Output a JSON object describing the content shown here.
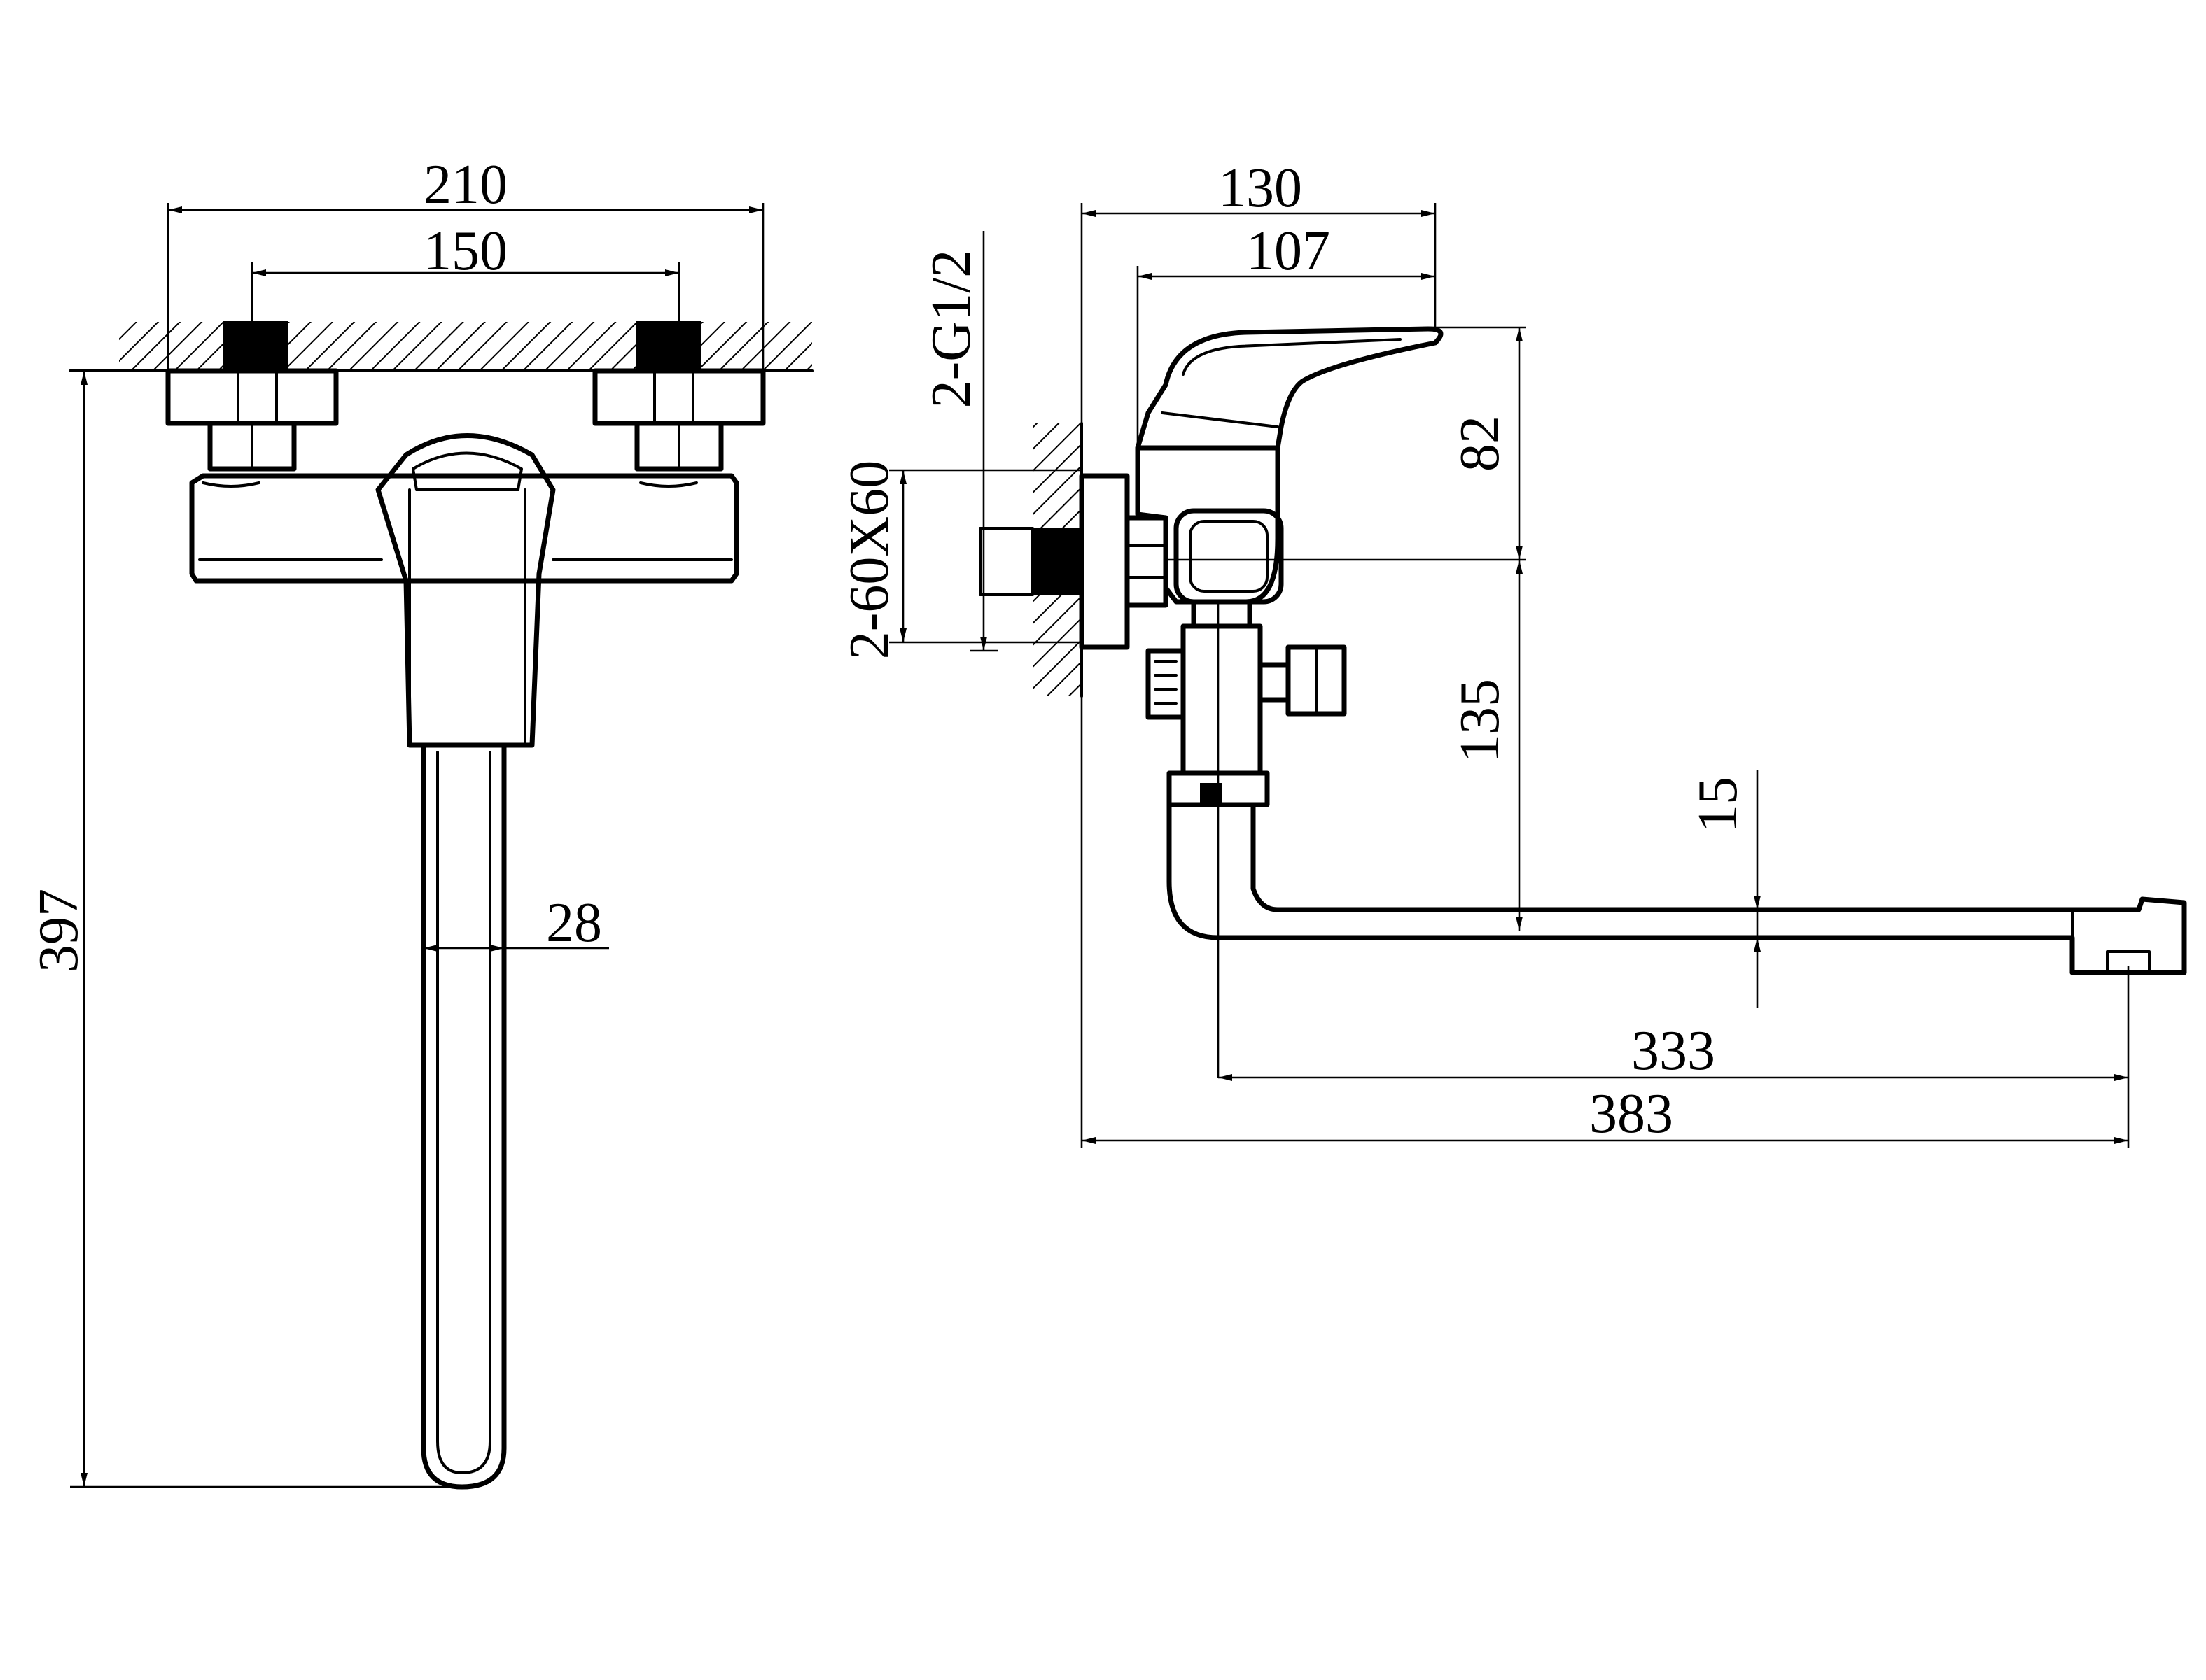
{
  "front_view": {
    "dims": {
      "overall_width": "210",
      "inlet_spacing": "150",
      "overall_height": "397",
      "spout_diameter": "28"
    }
  },
  "side_view": {
    "dims": {
      "projection": "130",
      "handle_projection": "107",
      "handle_height": "82",
      "spout_height": "135",
      "spout_thickness": "15",
      "spout_reach": "333",
      "overall_length": "383",
      "inlet_thread": "2-G1/2",
      "wall_hole": "2-60X60"
    }
  }
}
